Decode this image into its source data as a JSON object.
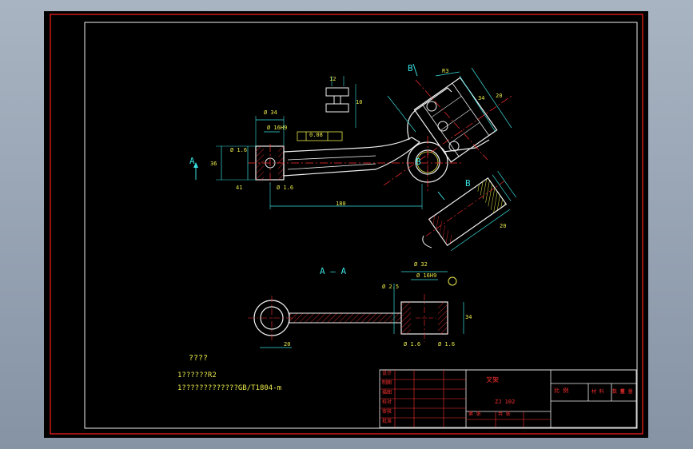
{
  "views": {
    "section_a_marker": "A",
    "section_b_marker_top": "B",
    "section_b_marker_right": "B",
    "section_b_marker_bottom": "B",
    "section_aa_title": "A — A"
  },
  "dimensions": {
    "length_main": "180",
    "d1": "Ø 34",
    "d2": "Ø 16H9",
    "d3": "Ø 1.6",
    "d4": "41",
    "d5": "Ø 1.6",
    "d6": "36",
    "d7": "Ø 32",
    "d8": "Ø 16H9",
    "d9": "Ø 2.5",
    "d10": "34",
    "d11": "20",
    "d12": "Ø 1.6",
    "d13": "Ø 1.6",
    "d14": "0.08",
    "d15": "12",
    "d16": "10",
    "d17": "34",
    "d18": "20",
    "d19": "20",
    "d20": "R3"
  },
  "notes": {
    "heading": "????",
    "line1": "1??????R2",
    "line2": "1?????????????GB/T1804-m"
  },
  "title_block": {
    "part_name": "叉架",
    "drawing_no": "ZJ 102",
    "scale_label": "比 例",
    "rows": [
      "设计",
      "制图",
      "描图",
      "校对",
      "审核",
      "批准"
    ],
    "sheet_label": "第 张",
    "total_label": "共 张",
    "material_label": "材 料",
    "qty_label": "数 量",
    "weight_label": "重 量"
  }
}
